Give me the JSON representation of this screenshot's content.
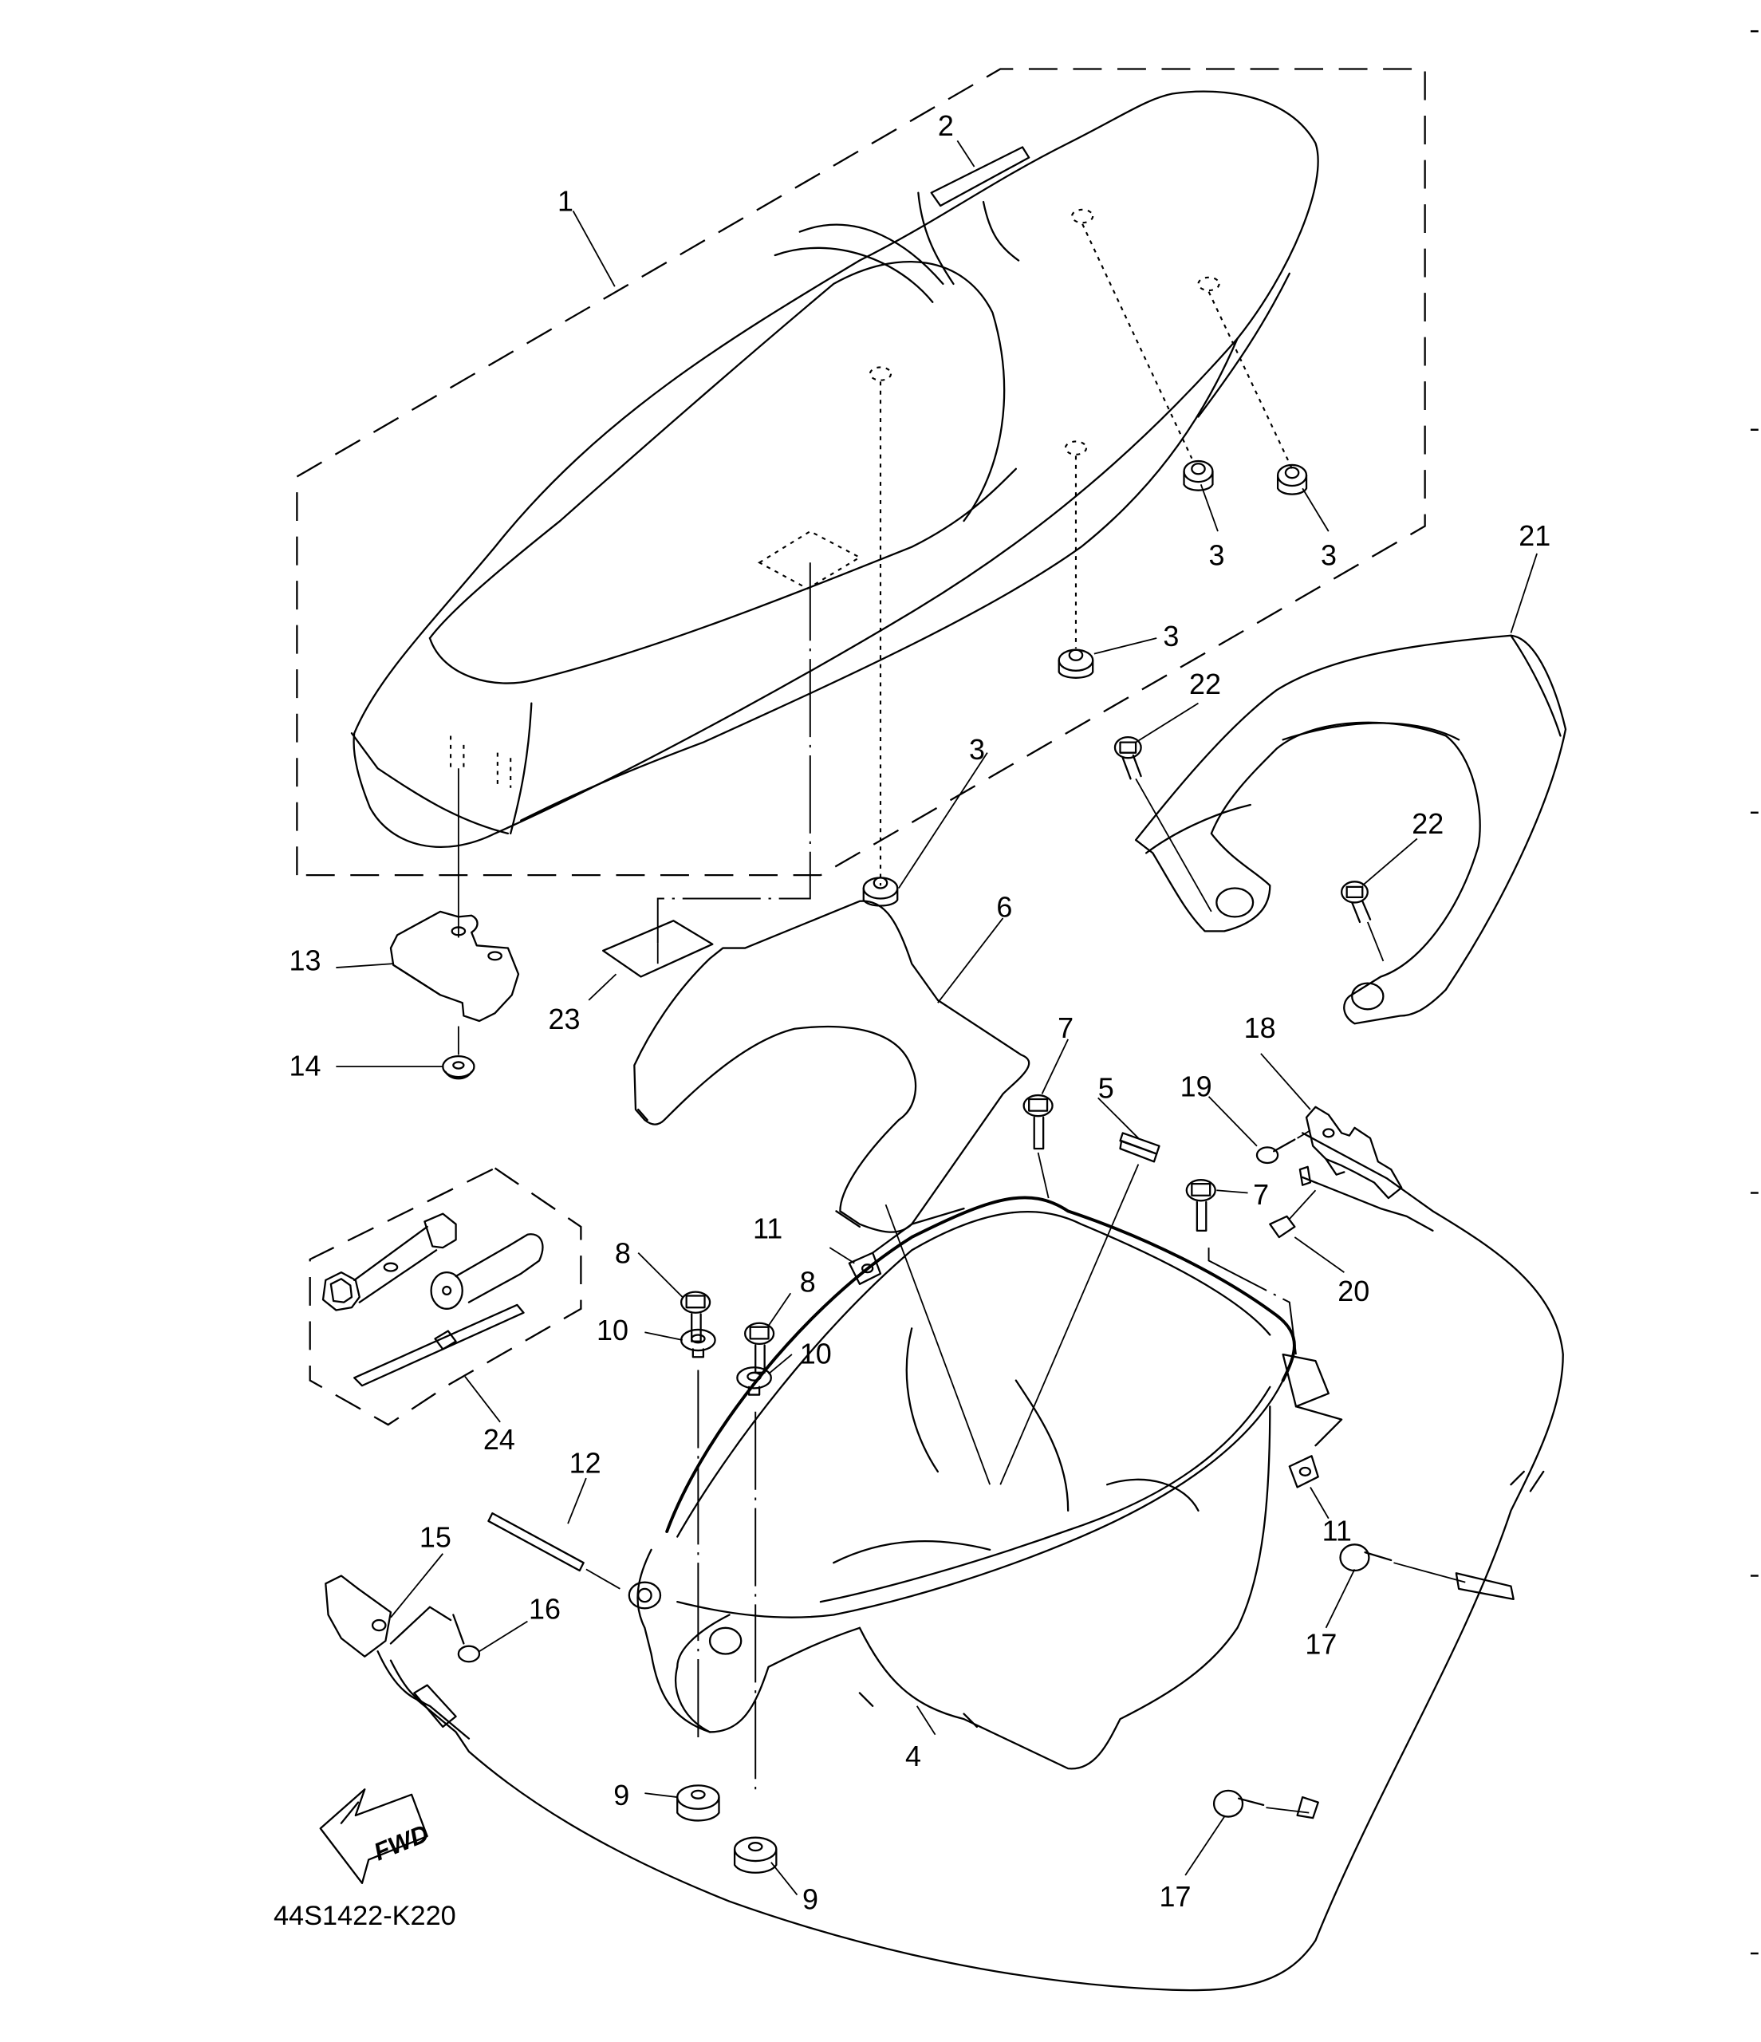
{
  "diagram": {
    "type": "exploded-parts-diagram",
    "subject": "Scooter seat, seat storage compartment (helmet box) and rear grab bar",
    "figure_code": "44S1422-K220",
    "direction_indicator": "FWD",
    "callouts": [
      {
        "id": "c1",
        "label": "1",
        "part": "seat assembly (dashed group)"
      },
      {
        "id": "c2",
        "label": "2",
        "part": "seat strip / emblem"
      },
      {
        "id": "c3a",
        "label": "3",
        "part": "damper (seat)"
      },
      {
        "id": "c3b",
        "label": "3",
        "part": "damper (seat)"
      },
      {
        "id": "c3c",
        "label": "3",
        "part": "damper (seat)"
      },
      {
        "id": "c3d",
        "label": "3",
        "part": "damper (seat)"
      },
      {
        "id": "c4",
        "label": "4",
        "part": "storage compartment (helmet box)"
      },
      {
        "id": "c5",
        "label": "5",
        "part": "grommet / seal"
      },
      {
        "id": "c6",
        "label": "6",
        "part": "mat / liner"
      },
      {
        "id": "c7a",
        "label": "7",
        "part": "flange bolt"
      },
      {
        "id": "c7b",
        "label": "7",
        "part": "flange bolt"
      },
      {
        "id": "c8a",
        "label": "8",
        "part": "flange bolt"
      },
      {
        "id": "c8b",
        "label": "8",
        "part": "flange bolt"
      },
      {
        "id": "c9a",
        "label": "9",
        "part": "damper"
      },
      {
        "id": "c9b",
        "label": "9",
        "part": "damper"
      },
      {
        "id": "c10a",
        "label": "10",
        "part": "collar"
      },
      {
        "id": "c10b",
        "label": "10",
        "part": "collar"
      },
      {
        "id": "c11a",
        "label": "11",
        "part": "nut clip"
      },
      {
        "id": "c11b",
        "label": "11",
        "part": "nut clip"
      },
      {
        "id": "c12",
        "label": "12",
        "part": "shaft / pin"
      },
      {
        "id": "c13",
        "label": "13",
        "part": "seat hinge bracket"
      },
      {
        "id": "c14",
        "label": "14",
        "part": "nut"
      },
      {
        "id": "c15",
        "label": "15",
        "part": "seat lock cable assembly"
      },
      {
        "id": "c16",
        "label": "16",
        "part": "screw"
      },
      {
        "id": "c17a",
        "label": "17",
        "part": "bolt"
      },
      {
        "id": "c17b",
        "label": "17",
        "part": "bolt"
      },
      {
        "id": "c18",
        "label": "18",
        "part": "seat lock"
      },
      {
        "id": "c19",
        "label": "19",
        "part": "screw"
      },
      {
        "id": "c20",
        "label": "20",
        "part": "cable end"
      },
      {
        "id": "c21",
        "label": "21",
        "part": "grab bar"
      },
      {
        "id": "c22a",
        "label": "22",
        "part": "bolt"
      },
      {
        "id": "c22b",
        "label": "22",
        "part": "bolt"
      },
      {
        "id": "c23",
        "label": "23",
        "part": "label / decal"
      },
      {
        "id": "c24",
        "label": "24",
        "part": "owner's tool kit (dashed group)"
      }
    ]
  }
}
